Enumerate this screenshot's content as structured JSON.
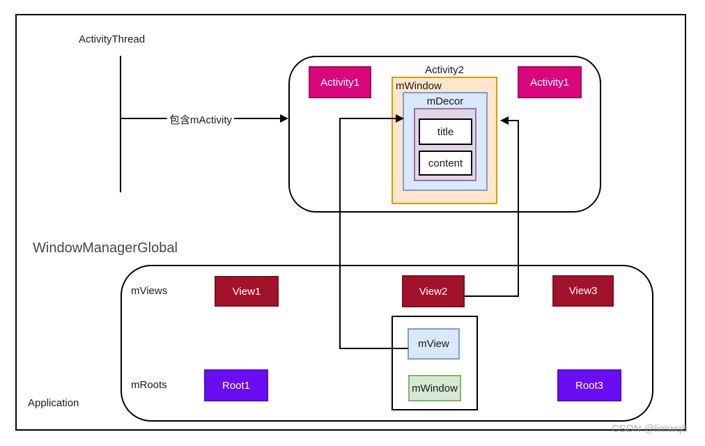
{
  "diagram": {
    "activity_thread_label": "ActivityThread",
    "edge_label": "包含mActivity",
    "activity_container": {
      "activity1_left": "Activity1",
      "activity2_label": "Activity2",
      "activity1_right": "Activity1",
      "mwindow_label": "mWindow",
      "mdecor_label": "mDecor",
      "title_label": "title",
      "content_label": "content"
    },
    "window_manager_global": {
      "title": "WindowManagerGlobal",
      "application_label": "Application",
      "mviews_label": "mViews",
      "mroots_label": "mRoots",
      "views": [
        "View1",
        "View2",
        "View3"
      ],
      "roots": [
        "Root1",
        "Root3"
      ],
      "pair_box": {
        "mview_label": "mView",
        "mwindow_label": "mWindow"
      }
    },
    "watermark": "CSDN @limwq8",
    "colors": {
      "activity_fill": "#d9077b",
      "activity_border": "#a30562",
      "view_fill": "#a2122b",
      "view_border": "#7a1022",
      "root_fill": "#6a0df2",
      "root_border": "#5b08ce",
      "mwindow_fill": "#ffe6cc",
      "mwindow_border": "#d79b00",
      "mdecor_outer_fill": "#dae8fc",
      "mdecor_outer_border": "#7e9cd0",
      "mdecor_inner_fill": "#e1d5e7",
      "mdecor_inner_border": "#9673a6",
      "mview_fill": "#dae8fc",
      "green_fill": "#d5e8d4",
      "green_border": "#82b366",
      "line_color": "#000000"
    }
  }
}
